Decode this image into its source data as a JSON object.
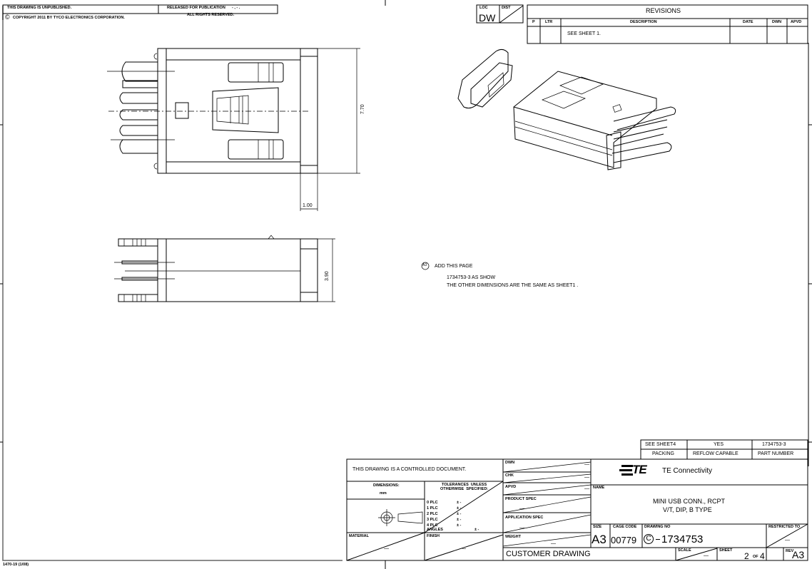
{
  "header": {
    "unpublished": "THIS DRAWING IS UNPUBLISHED.",
    "released": "RELEASED FOR PUBLICATION",
    "released_date": "- , -   .",
    "copyright_symbol": "©",
    "copyright": "COPYRIGHT    2011      BY  TYCO  ELECTRONICS  CORPORATION.",
    "rights": "ALL  RIGHTS  RESERVED."
  },
  "loc_block": {
    "loc_label": "LOC",
    "loc_value": "DW",
    "dist_label": "DIST",
    "dist_value": "—"
  },
  "revisions": {
    "title": "REVISIONS",
    "columns": [
      "P",
      "LTR",
      "DESCRIPTION",
      "DATE",
      "DWN",
      "APVD"
    ],
    "rows": [
      {
        "p": "",
        "ltr": "",
        "description": "SEE  SHEET  1.",
        "date": "",
        "dwn": "",
        "apvd": ""
      }
    ]
  },
  "views": {
    "top_view": {
      "dim_height": "7.70",
      "dim_width": "1.00"
    },
    "side_view": {
      "dim_height": "3.90"
    },
    "isometric": {
      "label": "isometric-3d-view"
    }
  },
  "note": {
    "rev_tag": "A3",
    "line1": "ADD  THIS  PAGE",
    "line2": "1734753-3  AS  SHOW",
    "line3": "THE  OTHER  DIMENSIONS  ARE  THE  SAME  AS  SHEET1  ."
  },
  "part_table": {
    "values": [
      "SEE  SHEET4",
      "YES",
      "1734753-3"
    ],
    "labels": [
      "PACKING",
      "REFLOW  CAPABLE",
      "PART  NUMBER"
    ]
  },
  "title_block": {
    "controlled": "THIS  DRAWING  IS  A  CONTROLLED  DOCUMENT.",
    "dimensions_label": "DIMENSIONS:",
    "dimensions_unit": "mm",
    "tolerances_label": "TOLERANCES  UNLESS\nOTHERWISE  SPECIFIED:",
    "tolerances": [
      {
        "label": "0  PLC",
        "value": "± -"
      },
      {
        "label": "1  PLC",
        "value": "± -"
      },
      {
        "label": "2  PLC",
        "value": "± -"
      },
      {
        "label": "3  PLC",
        "value": "± -"
      },
      {
        "label": "4  PLC",
        "value": "± -"
      },
      {
        "label": "ANGLES",
        "value": "± -"
      }
    ],
    "material_label": "MATERIAL",
    "material_value": "—",
    "finish_label": "FINISH",
    "finish_value": "—",
    "dwn_label": "DWN",
    "dwn_value": "—",
    "chk_label": "CHK",
    "chk_value": "—",
    "apvd_label": "APVD",
    "apvd_value": "—",
    "product_spec_label": "PRODUCT  SPEC",
    "product_spec_value": "—",
    "application_spec_label": "APPLICATION  SPEC",
    "application_spec_value": "—",
    "weight_label": "WEIGHT",
    "weight_value": "—",
    "customer_drawing": "CUSTOMER  DRAWING",
    "company": "TE  Connectivity",
    "logo_text": "TE",
    "name_label": "NAME",
    "name_line1": "MINI  USB  CONN.,  RCPT",
    "name_line2": "V/T,  DIP,  B  TYPE",
    "size_label": "SIZE",
    "size_value": "A3",
    "cage_label": "CAGE  CODE",
    "cage_value": "00779",
    "drawing_no_label": "DRAWING  NO",
    "drawing_no_prefix": "C",
    "drawing_no_value": "1734753",
    "restricted_label": "RESTRICTED  TO",
    "restricted_value": "—",
    "scale_label": "SCALE",
    "scale_value": "—",
    "sheet_label": "SHEET",
    "sheet_value": "2",
    "sheet_of": "OF",
    "sheet_total": "4",
    "rev_label": "REV",
    "rev_value": "A3"
  },
  "form_number": "1470-19  (1/08)"
}
